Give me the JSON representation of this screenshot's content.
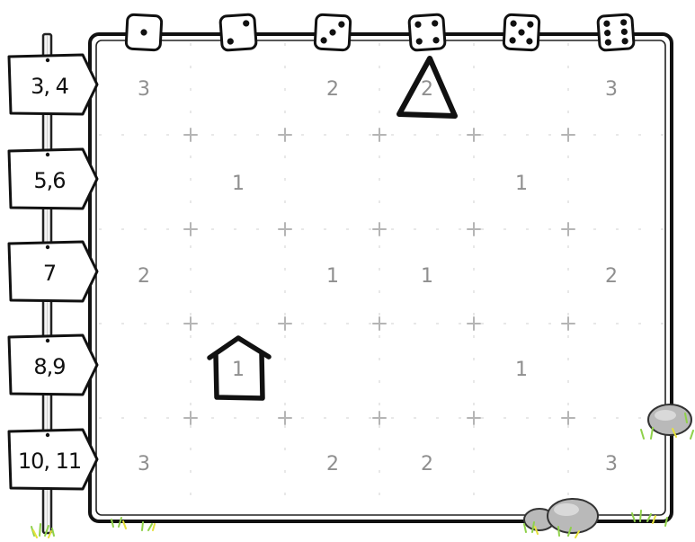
{
  "columns": [
    {
      "die_face": 1,
      "die_icon": "die-one-icon"
    },
    {
      "die_face": 2,
      "die_icon": "die-two-icon"
    },
    {
      "die_face": 3,
      "die_icon": "die-three-icon"
    },
    {
      "die_face": 4,
      "die_icon": "die-four-icon"
    },
    {
      "die_face": 5,
      "die_icon": "die-five-icon"
    },
    {
      "die_face": 6,
      "die_icon": "die-six-icon"
    }
  ],
  "rows": [
    {
      "label": "3, 4",
      "cells": [
        "3",
        "",
        "2",
        "2",
        "",
        "3"
      ]
    },
    {
      "label": "5,6",
      "cells": [
        "",
        "1",
        "",
        "",
        "1",
        ""
      ]
    },
    {
      "label": "7",
      "cells": [
        "2",
        "",
        "1",
        "1",
        "",
        "2"
      ]
    },
    {
      "label": "8,9",
      "cells": [
        "",
        "1",
        "",
        "",
        "1",
        ""
      ]
    },
    {
      "label": "10, 11",
      "cells": [
        "3",
        "",
        "2",
        "2",
        "",
        "3"
      ]
    }
  ],
  "markers": [
    {
      "type": "triangle",
      "icon": "triangle-icon",
      "row": 0,
      "col": 3
    },
    {
      "type": "house",
      "icon": "house-icon",
      "row": 3,
      "col": 1
    }
  ],
  "decorations": [
    "rock-icon",
    "grass-icon"
  ],
  "colors": {
    "ink": "#111111",
    "number": "#8f8f8f",
    "grid": "#b5b5b5",
    "rock": "#b9b9b9",
    "grass": "#8fd14a",
    "grass_yellow": "#e6e23a"
  }
}
